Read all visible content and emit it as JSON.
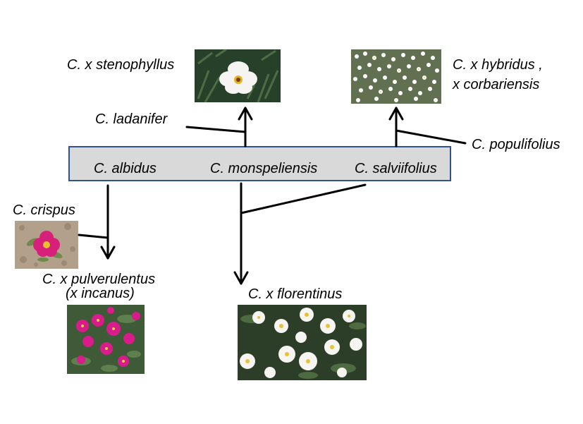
{
  "parents": {
    "albidus": "C. albidus",
    "monspeliensis": "C. monspeliensis",
    "salviifolius": "C. salviifolius"
  },
  "contributors": {
    "ladanifer": "C. ladanifer",
    "populifolius": "C. populifolius",
    "crispus": "C. crispus"
  },
  "hybrids": {
    "stenophyllus": "C. x stenophyllus",
    "hybridus_line1": "C. x hybridus ,",
    "hybridus_line2": "x corbariensis",
    "pulverulentus_line1": "C. x pulverulentus",
    "pulverulentus_line2": "(x incanus)",
    "florentinus": "C. x florentinus"
  },
  "colors": {
    "box_fill": "#d9d9d9",
    "box_border": "#2f528f",
    "arrow": "#000000",
    "white_flower": "#f7f5f2",
    "pink_flower": "#d91c8c",
    "foliage": "#2f4a2a"
  }
}
